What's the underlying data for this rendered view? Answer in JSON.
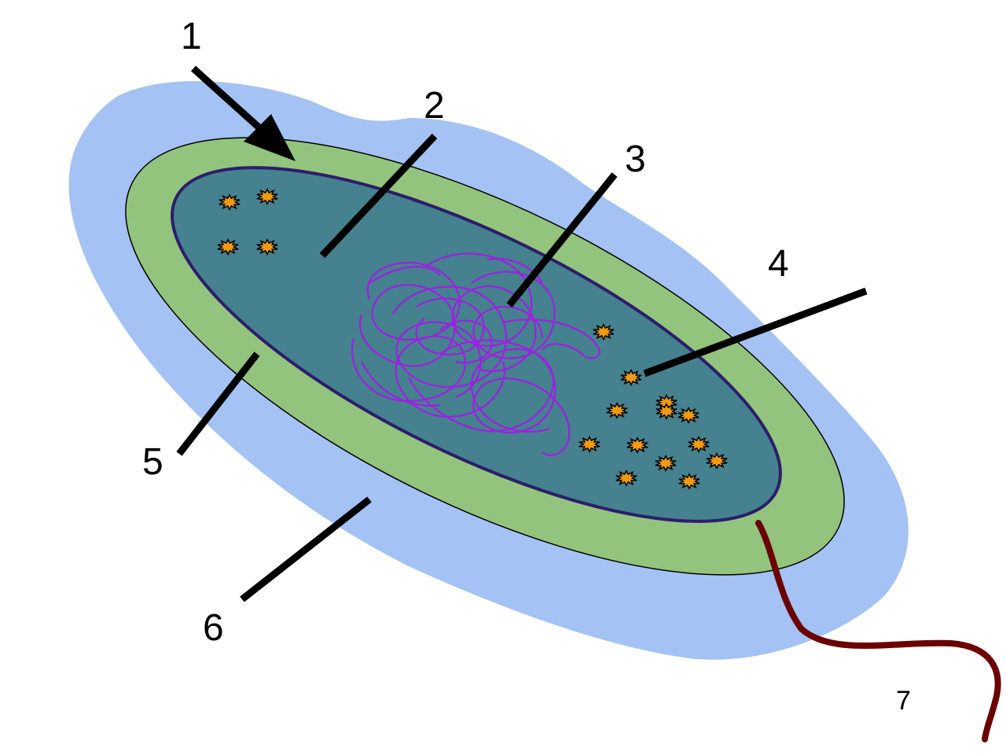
{
  "colors": {
    "capsule": "#a4c2f4",
    "cell_wall": "#93c47d",
    "cytoplasm": "#45818e",
    "membrane_outline": "#2c1e6b",
    "nucleoid": "#9e1fe3",
    "ribosome_fill": "#f19a0e",
    "flagellum": "#6b0000",
    "pointer": "#000000"
  },
  "labels": [
    {
      "id": "1",
      "text": "1"
    },
    {
      "id": "2",
      "text": "2"
    },
    {
      "id": "3",
      "text": "3"
    },
    {
      "id": "4",
      "text": "4"
    },
    {
      "id": "5",
      "text": "5"
    },
    {
      "id": "6",
      "text": "6"
    },
    {
      "id": "7",
      "text": "7"
    }
  ],
  "icons": {
    "ribosome": "ribosome-icon",
    "nucleoid": "nucleoid-icon",
    "flagellum": "flagellum-icon"
  }
}
